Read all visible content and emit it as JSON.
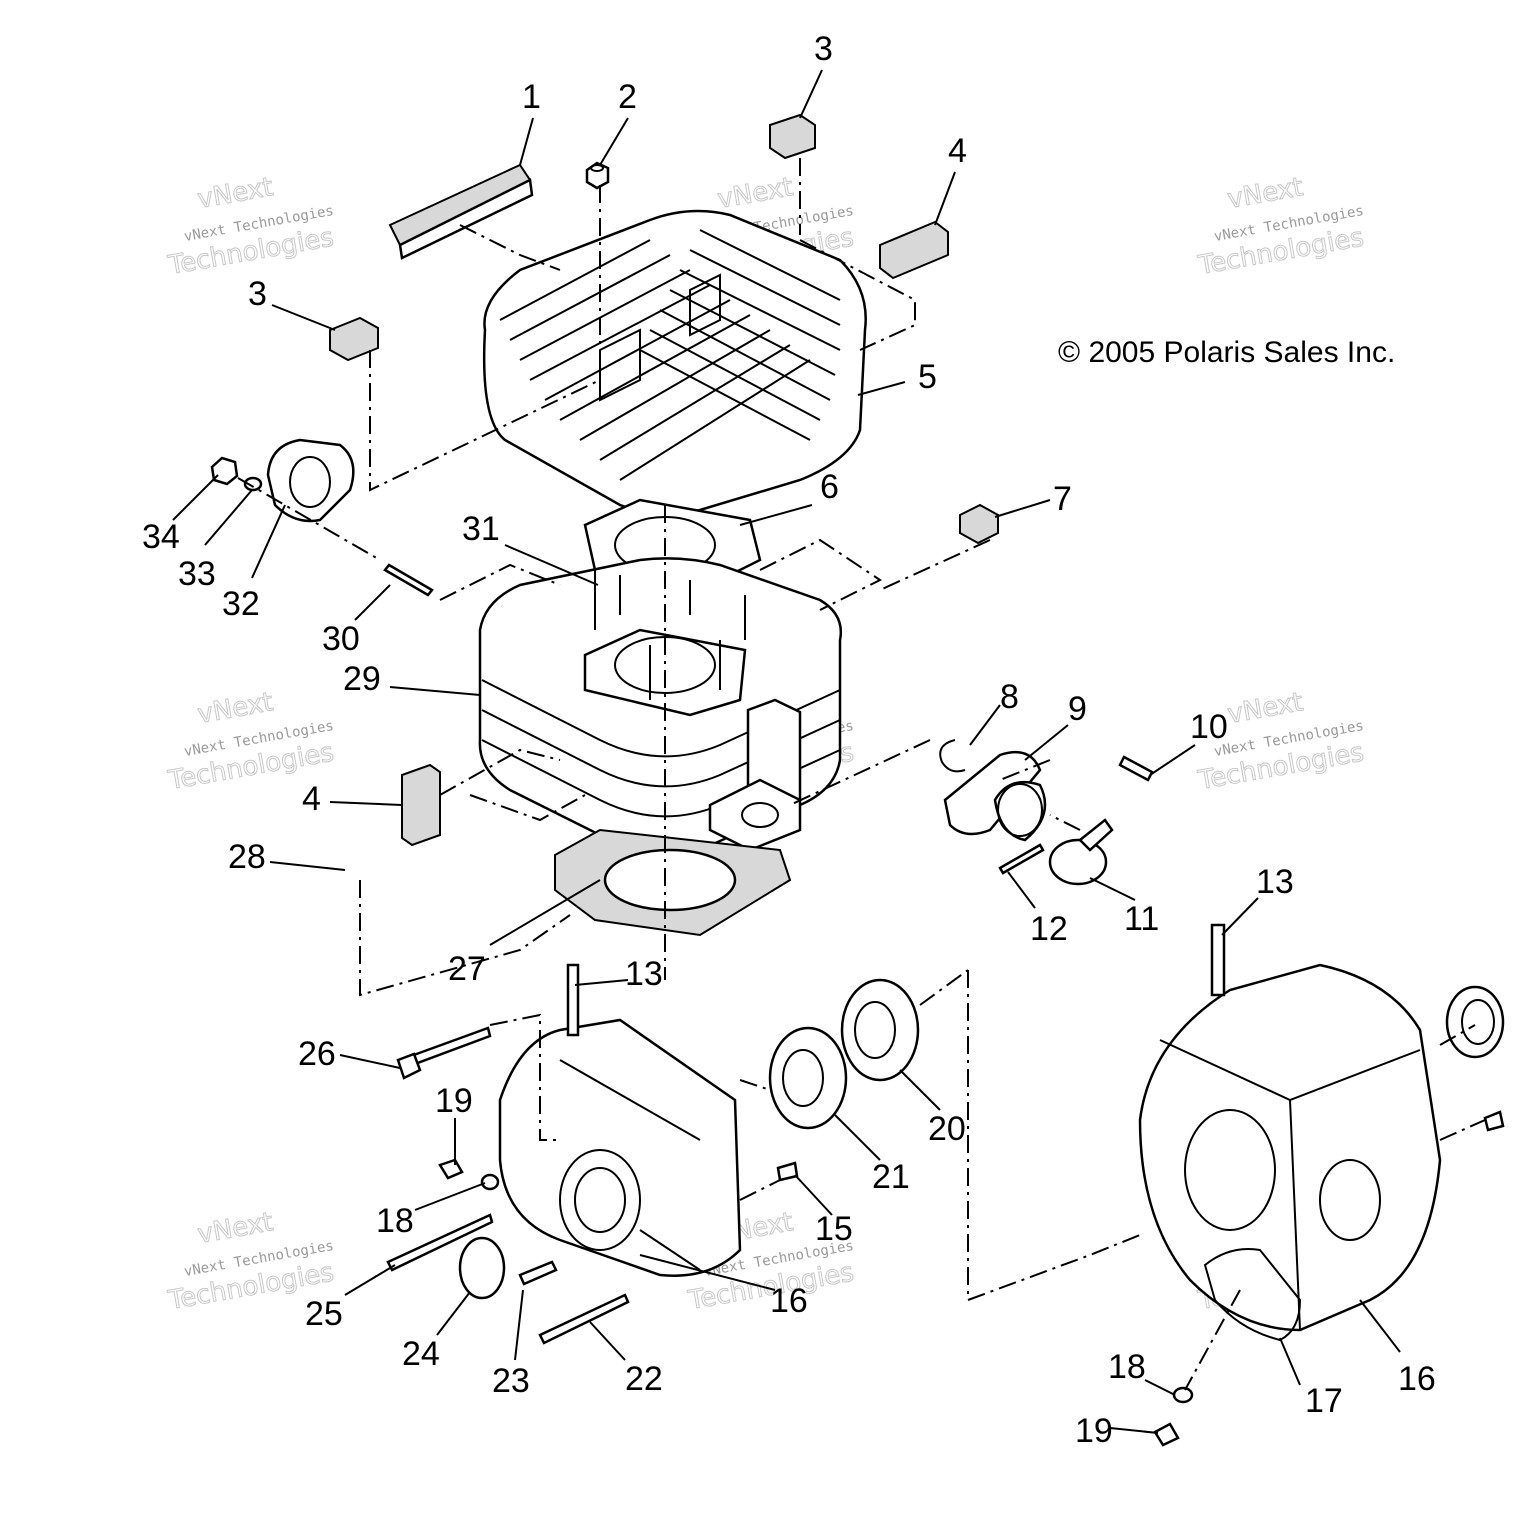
{
  "copyright": "© 2005 Polaris Sales Inc.",
  "watermark": {
    "line1": "vNext Technologies",
    "line2": "Technologies",
    "line3": "vNext"
  },
  "callouts": [
    "1",
    "2",
    "3",
    "3",
    "4",
    "4",
    "5",
    "6",
    "7",
    "8",
    "9",
    "10",
    "11",
    "12",
    "13",
    "13",
    "15",
    "16",
    "16",
    "17",
    "18",
    "18",
    "19",
    "19",
    "20",
    "21",
    "22",
    "23",
    "24",
    "25",
    "26",
    "27",
    "28",
    "29",
    "30",
    "31",
    "32",
    "33",
    "34"
  ]
}
